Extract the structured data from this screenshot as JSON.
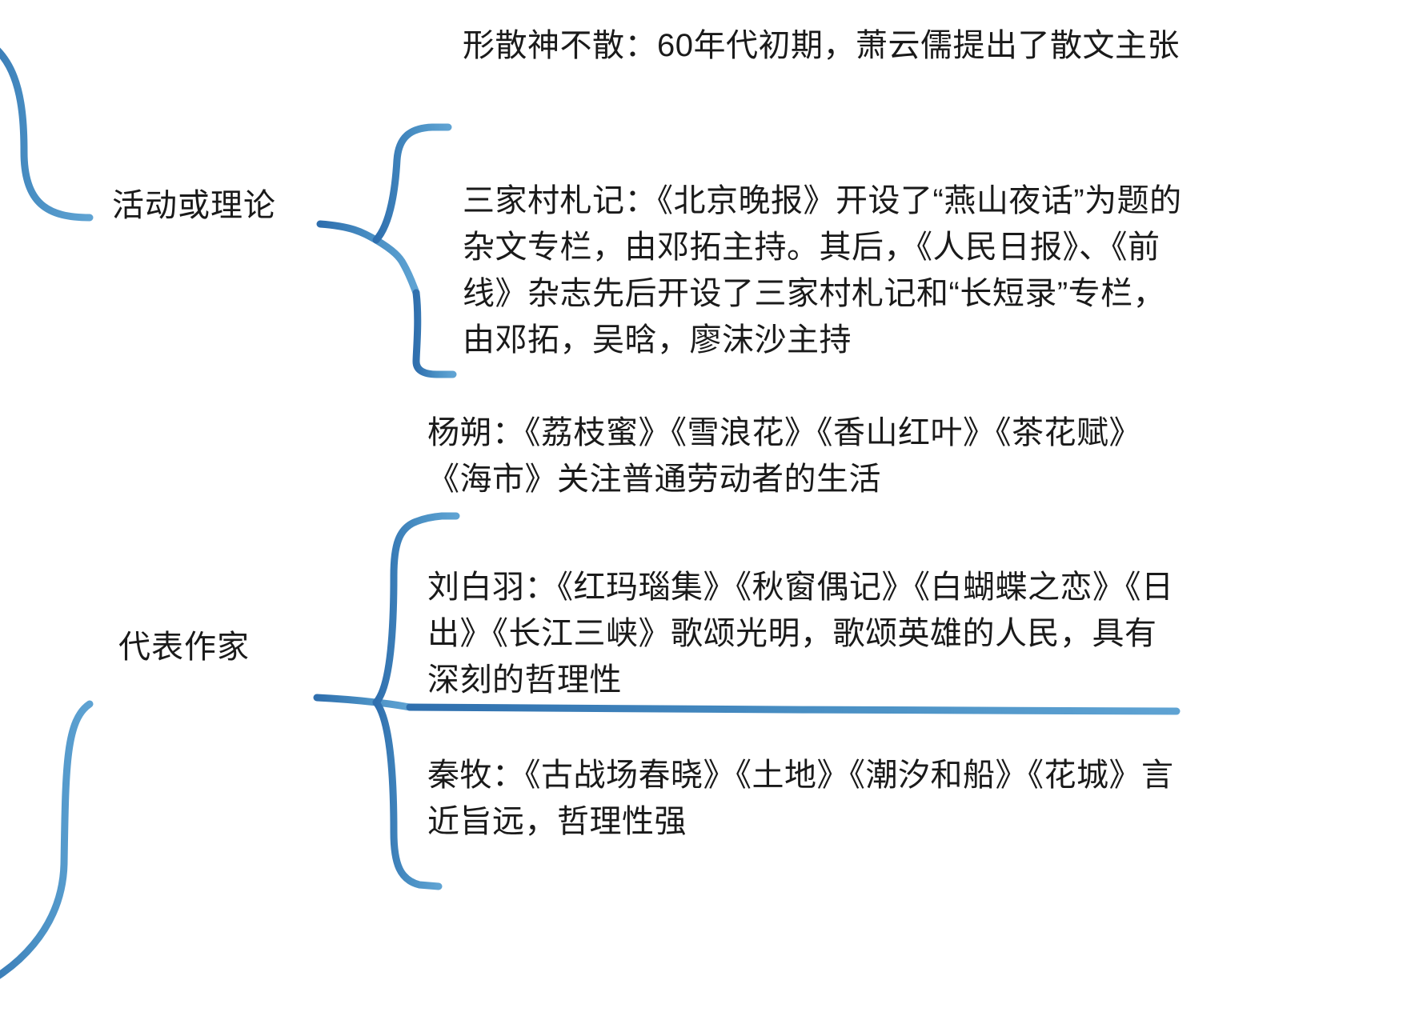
{
  "diagram": {
    "type": "mind-map",
    "orientation": "left-to-right",
    "accent_color": "#3a7ebf",
    "line_color": "#4a90c4",
    "text_color": "#1a1a1a",
    "background_color": "#ffffff"
  },
  "branches": [
    {
      "id": "activity-theory",
      "label": "活动或理论",
      "children": [
        "xingsanshenbusan",
        "sanjiacun"
      ]
    },
    {
      "id": "representative-writers",
      "label": "代表作家",
      "children": [
        "yangshuo",
        "liubaiyu",
        "qinmu"
      ]
    }
  ],
  "leaves": [
    {
      "id": "xingsanshenbusan",
      "title": "形散神不散",
      "text": "形散神不散：60年代初期，萧云儒提出了散文主张"
    },
    {
      "id": "sanjiacun",
      "title": "三家村札记",
      "text": "三家村札记：《北京晚报》开设了“燕山夜话”为题的杂文专栏，由邓拓主持。其后，《人民日报》、《前线》杂志先后开设了三家村札记和“长短录”专栏，由邓拓，吴晗，廖沫沙主持"
    },
    {
      "id": "yangshuo",
      "title": "杨朔",
      "text": "杨朔：《荔枝蜜》《雪浪花》《香山红叶》《茶花赋》《海市》关注普通劳动者的生活"
    },
    {
      "id": "liubaiyu",
      "title": "刘白羽",
      "text": "刘白羽：《红玛瑙集》《秋窗偶记》《白蝴蝶之恋》《日出》《长江三峡》歌颂光明，歌颂英雄的人民，具有深刻的哲理性"
    },
    {
      "id": "qinmu",
      "title": "秦牧",
      "text": "秦牧：《古战场春晓》《土地》《潮汐和船》《花城》言近旨远，哲理性强"
    }
  ]
}
